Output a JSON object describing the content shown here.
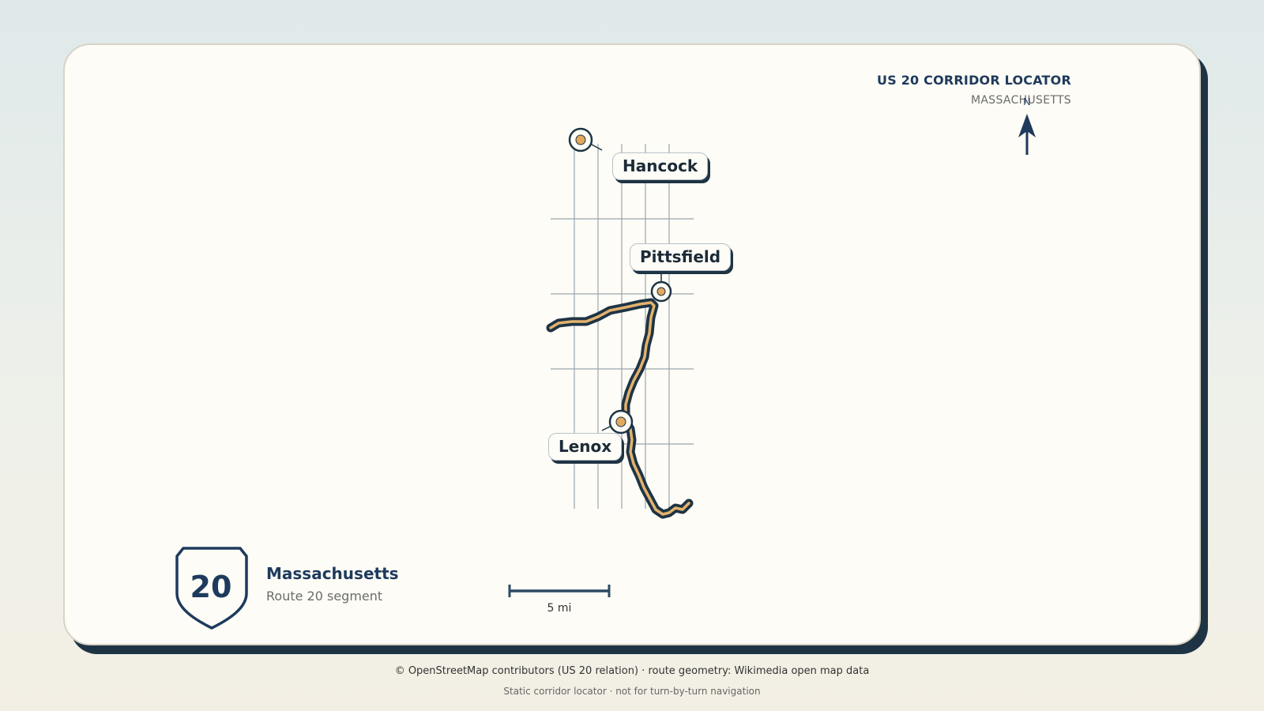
{
  "locator": {
    "title": "US 20 CORRIDOR LOCATOR",
    "subtitle": "MASSACHUSETTS",
    "north_marker": "N"
  },
  "map": {
    "cities": [
      {
        "name": "Hancock"
      },
      {
        "name": "Pittsfield"
      },
      {
        "name": "Lenox"
      }
    ],
    "route_color": "#1e3444",
    "route_accent": "#e3b26d",
    "grid_color": "#9aa5ad",
    "marker_fill": "#e3a95f"
  },
  "legend": {
    "shield_number": "20",
    "state": "Massachusetts",
    "description": "Route 20 segment"
  },
  "scale": {
    "label": "5 mi"
  },
  "footer": {
    "credits": "© OpenStreetMap contributors (US 20 relation) · route geometry: Wikimedia open map data",
    "note": "Static corridor locator · not for turn-by-turn navigation"
  },
  "colors": {
    "ink": "#1e3a5c",
    "card": "#fdfcf6",
    "shadow": "#1e3444"
  }
}
